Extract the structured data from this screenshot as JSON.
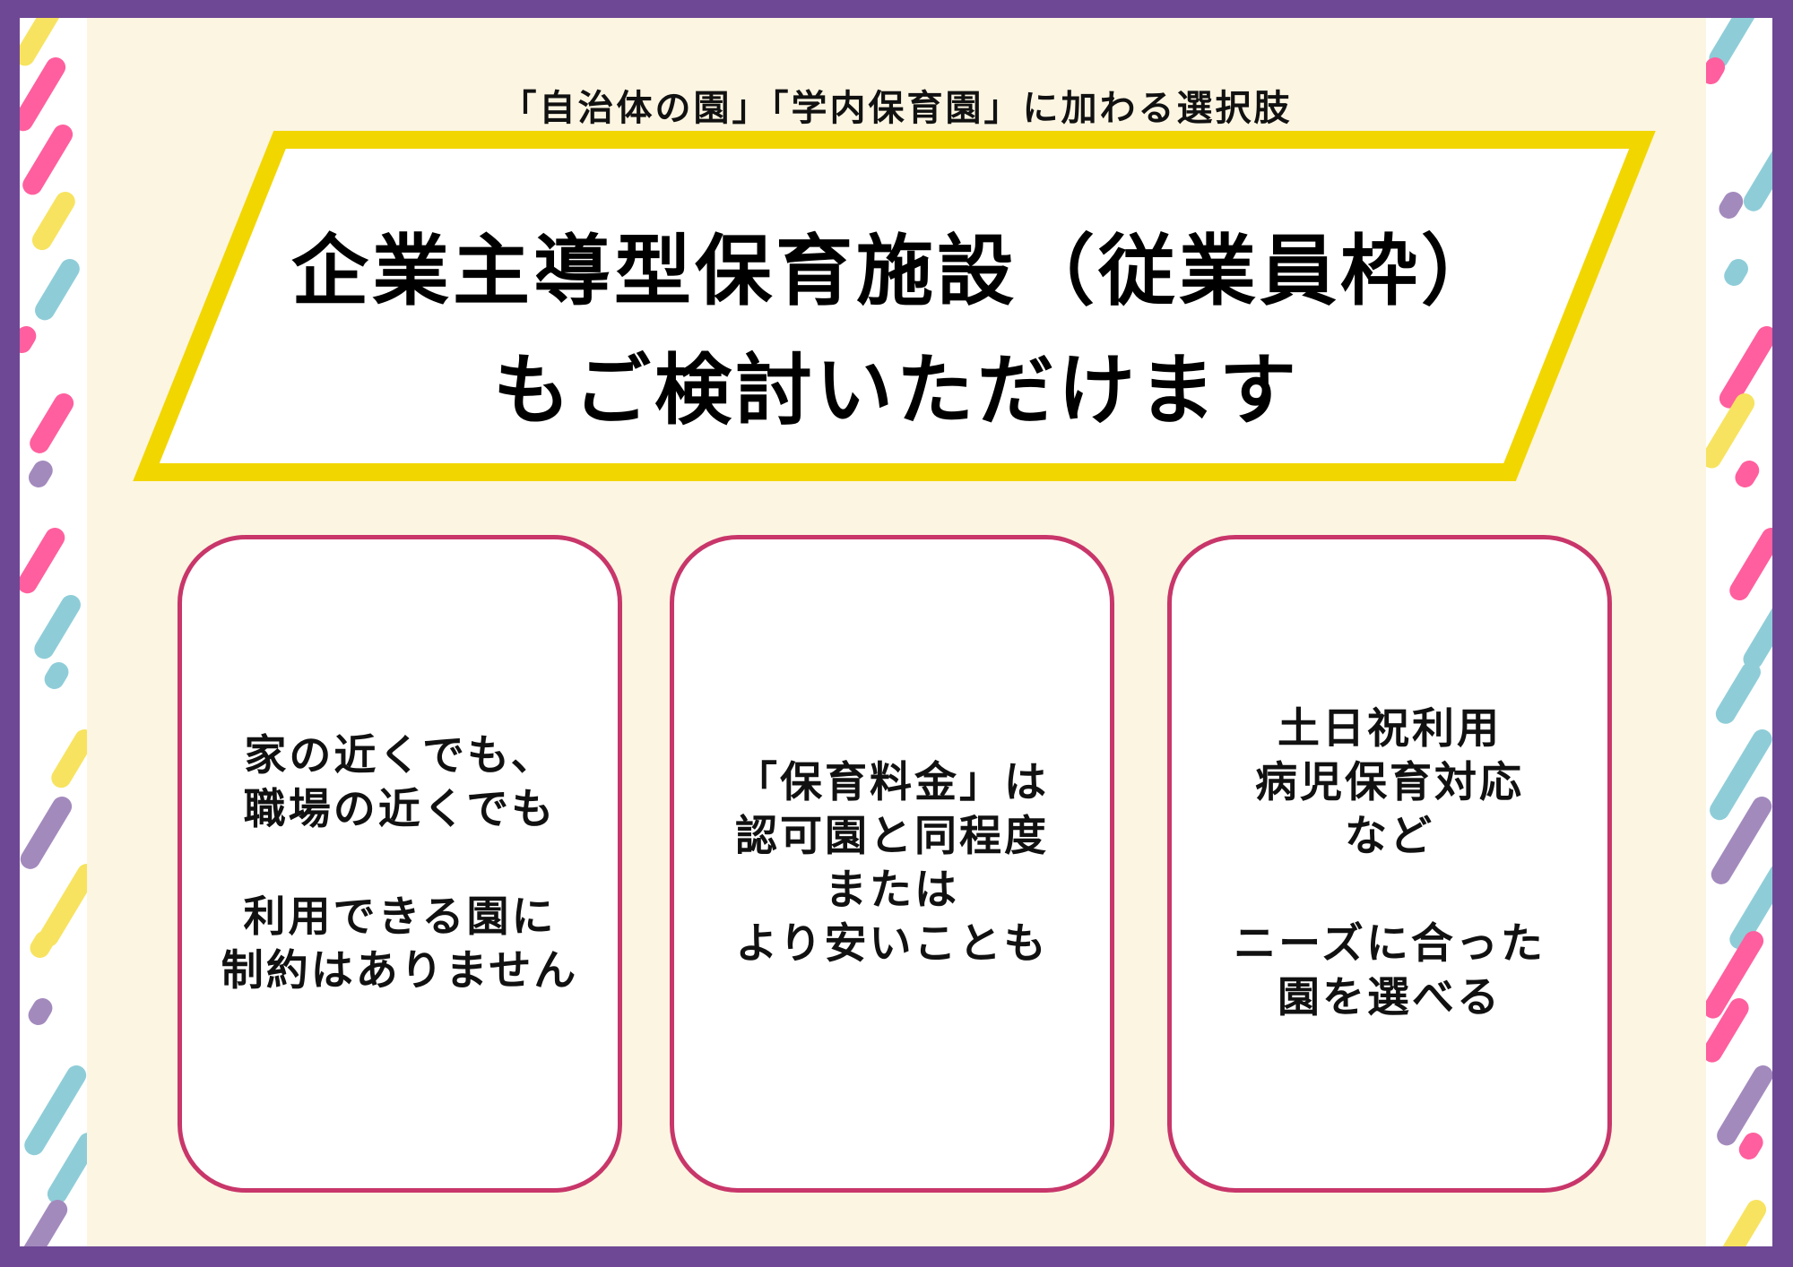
{
  "subtitle": "「自治体の園」「学内保育園」に加わる選択肢",
  "title": {
    "line1": "企業主導型保育施設（従業員枠）",
    "line2": "もご検討いただけます"
  },
  "cards": [
    {
      "text": "家の近くでも、\n職場の近くでも\n\n利用できる園に\n制約はありません"
    },
    {
      "text": "「保育料金」は\n認可園と同程度\nまたは\nより安いことも"
    },
    {
      "text": "土日祝利用\n病児保育対応\nなど\n\nニーズに合った\n園を選べる"
    }
  ],
  "colors": {
    "frame": "#6e4895",
    "background": "#fcf5e2",
    "banner_border": "#f2d600",
    "card_border": "#c8366a"
  }
}
